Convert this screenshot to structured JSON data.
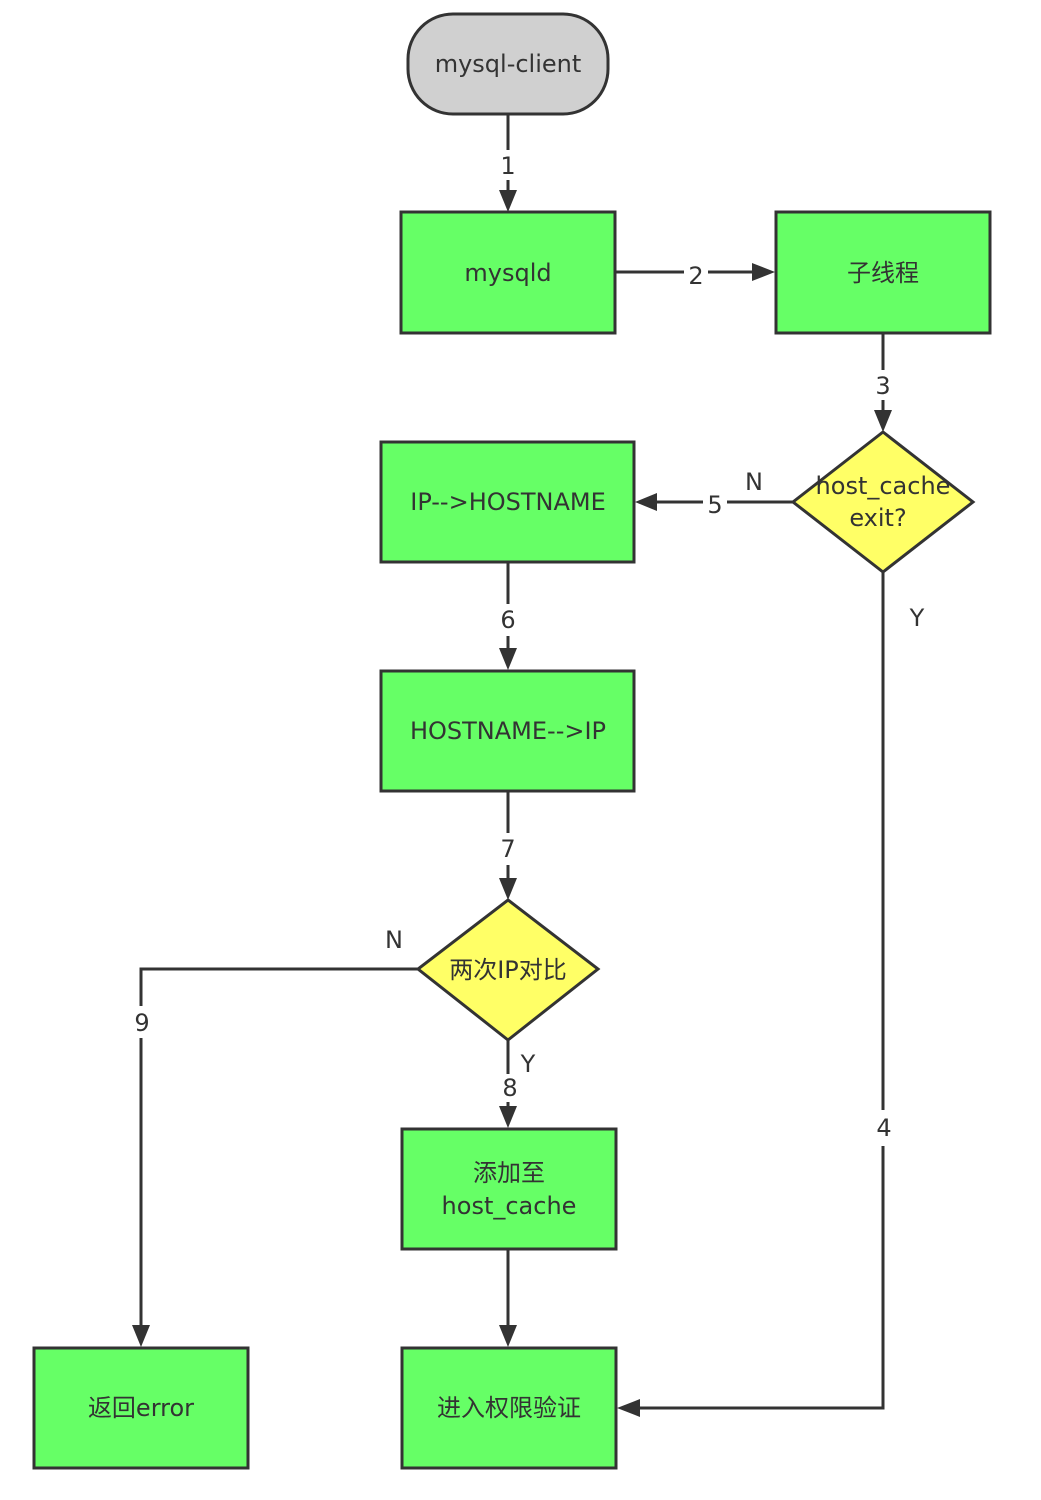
{
  "colors": {
    "process": "#66ff66",
    "decision": "#ffff66",
    "terminal": "#d0d0d0",
    "stroke": "#333333"
  },
  "nodes": {
    "client": "mysql-client",
    "mysqld": "mysqld",
    "thread": "子线程",
    "cache_check_line1": "host_cache",
    "cache_check_line2": "exit?",
    "ip_to_host": "IP-->HOSTNAME",
    "host_to_ip": "HOSTNAME-->IP",
    "compare": "两次IP对比",
    "add_cache_line1": "添加至",
    "add_cache_line2": "host_cache",
    "error": "返回error",
    "auth": "进入权限验证"
  },
  "edge_labels": {
    "e1": "1",
    "e2": "2",
    "e3": "3",
    "e4": "4",
    "e5": "5",
    "e6": "6",
    "e7": "7",
    "e8": "8",
    "e9": "9",
    "cache_no": "N",
    "cache_yes": "Y",
    "compare_no": "N",
    "compare_yes": "Y"
  }
}
